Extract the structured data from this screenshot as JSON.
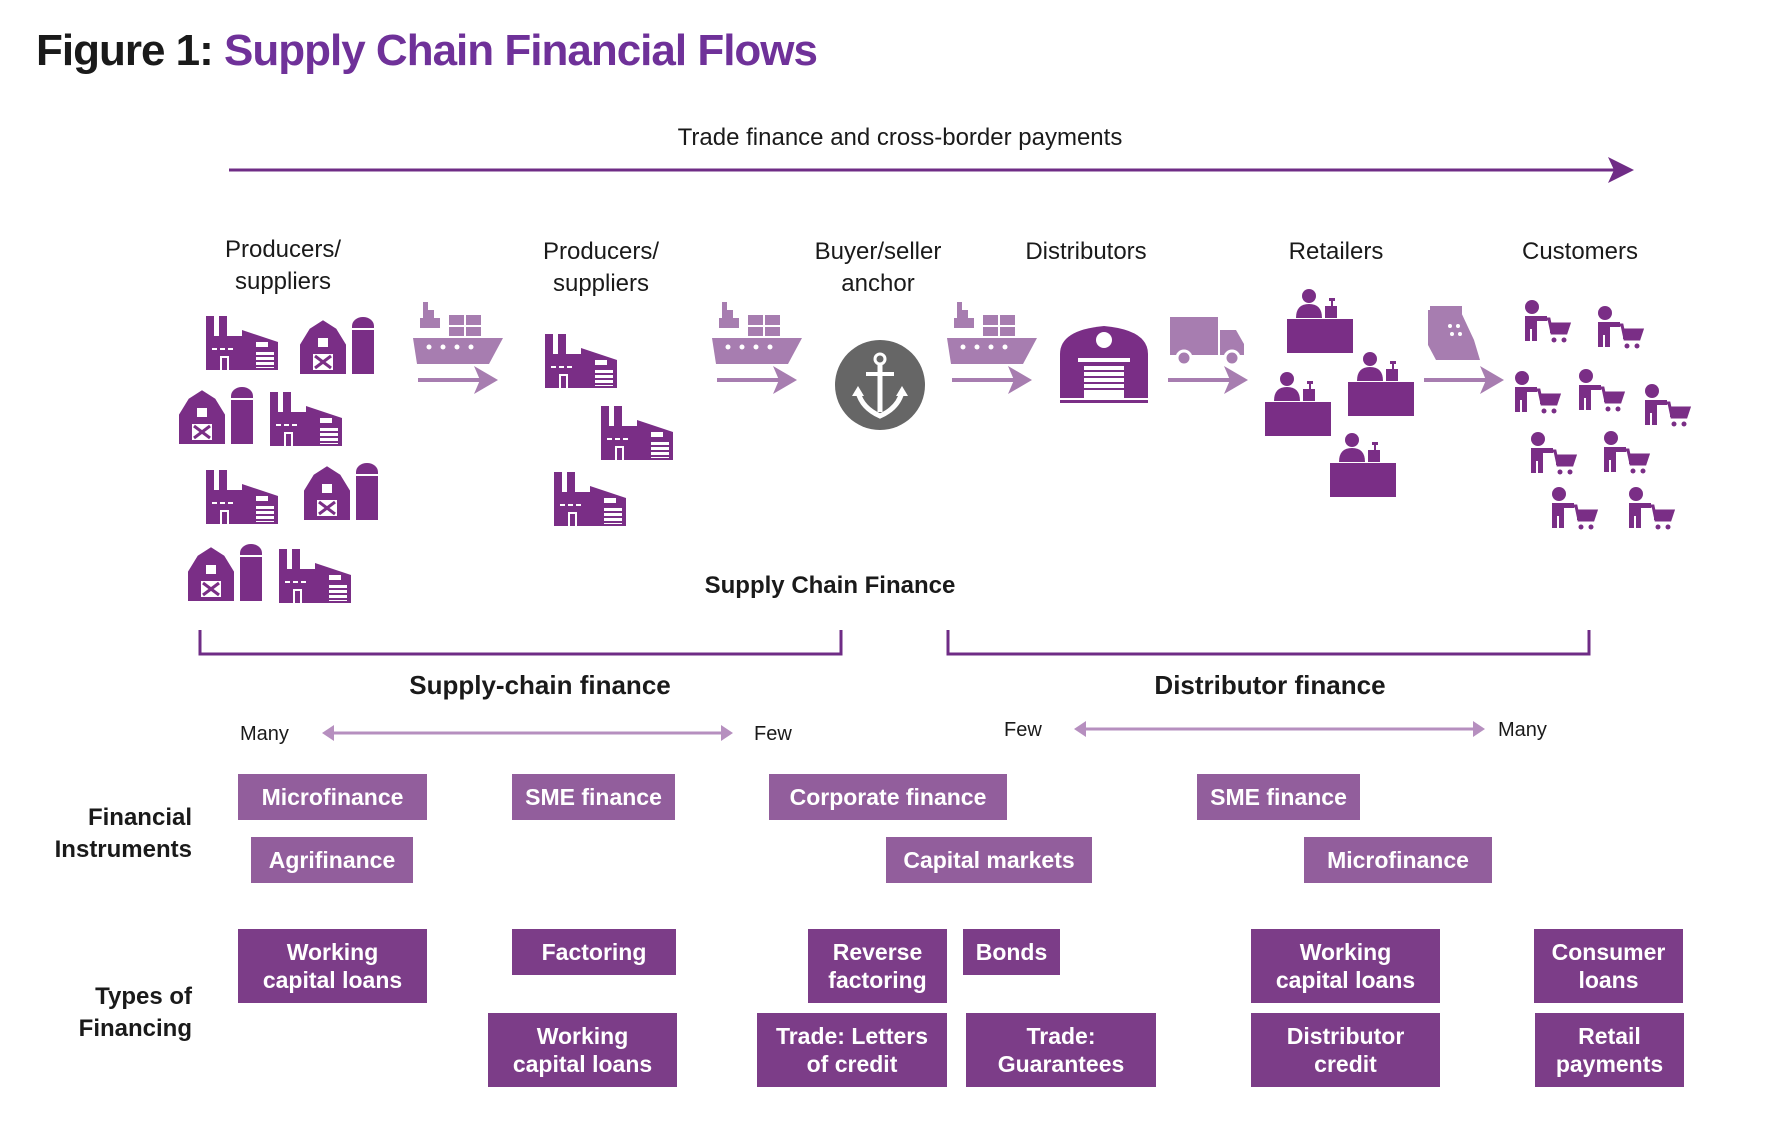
{
  "title": {
    "prefix": "Figure 1:",
    "name": "Supply Chain Financial Flows"
  },
  "top_arrow_label": "Trade finance and cross-border payments",
  "stages": [
    {
      "line1": "Producers/",
      "line2": "suppliers"
    },
    {
      "line1": "Producers/",
      "line2": "suppliers"
    },
    {
      "line1": "Buyer/seller",
      "line2": "anchor"
    },
    {
      "line1": "Distributors",
      "line2": ""
    },
    {
      "line1": "Retailers",
      "line2": ""
    },
    {
      "line1": "Customers",
      "line2": ""
    }
  ],
  "supply_chain_finance_label": "Supply Chain Finance",
  "sections": {
    "left": {
      "title": "Supply-chain finance",
      "from": "Many",
      "to": "Few"
    },
    "right": {
      "title": "Distributor finance",
      "from": "Few",
      "to": "Many"
    }
  },
  "row_labels": {
    "instruments": {
      "line1": "Financial",
      "line2": "Instruments"
    },
    "financing": {
      "line1": "Types of",
      "line2": "Financing"
    }
  },
  "instruments": [
    {
      "label": "Microfinance"
    },
    {
      "label": "Agrifinance"
    },
    {
      "label": "SME finance"
    },
    {
      "label": "Corporate finance"
    },
    {
      "label": "Capital markets"
    },
    {
      "label": "SME finance"
    },
    {
      "label": "Microfinance"
    }
  ],
  "financing": [
    {
      "line1": "Working",
      "line2": "capital loans"
    },
    {
      "line1": "Factoring",
      "line2": ""
    },
    {
      "line1": "Working",
      "line2": "capital loans"
    },
    {
      "line1": "Reverse",
      "line2": "factoring"
    },
    {
      "line1": "Bonds",
      "line2": ""
    },
    {
      "line1": "Trade: Letters",
      "line2": "of credit"
    },
    {
      "line1": "Trade:",
      "line2": "Guarantees"
    },
    {
      "line1": "Working",
      "line2": "capital loans"
    },
    {
      "line1": "Distributor",
      "line2": "credit"
    },
    {
      "line1": "Consumer",
      "line2": "loans"
    },
    {
      "line1": "Retail",
      "line2": "payments"
    }
  ],
  "colors": {
    "title_accent": "#6f3199",
    "icon_dark": "#7a2e86",
    "icon_light": "#a77db0",
    "instrument_box": "#925e9c",
    "financing_box": "#7c3d88",
    "anchor": "#666666"
  }
}
